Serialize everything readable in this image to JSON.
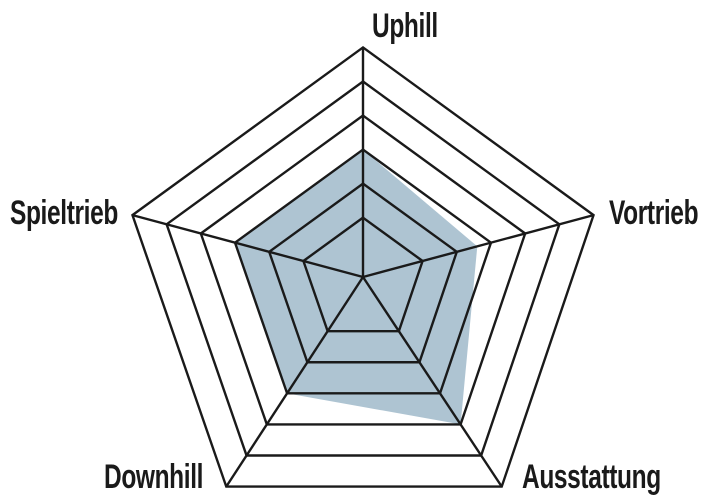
{
  "chart_data": {
    "type": "radar",
    "title": "",
    "axes": [
      "Uphill",
      "Vortrieb",
      "Ausstattung",
      "Downhill",
      "Spieltrieb"
    ],
    "scale": {
      "min": 1,
      "max": 6,
      "rings": 6,
      "tick_labels": []
    },
    "series": [
      {
        "name": "",
        "values": [
          3,
          2.6,
          4,
          3,
          3
        ],
        "fill": "#aec4d2"
      }
    ],
    "grid": true,
    "legend": "none"
  },
  "style": {
    "grid_color": "#1a1a1a",
    "fill_color": "#aec4d2",
    "label_color": "#1a1a1a",
    "background": "#ffffff"
  },
  "labels": {
    "uphill": "Uphill",
    "vortrieb": "Vortrieb",
    "ausstattung": "Ausstattung",
    "downhill": "Downhill",
    "spieltrieb": "Spieltrieb"
  }
}
